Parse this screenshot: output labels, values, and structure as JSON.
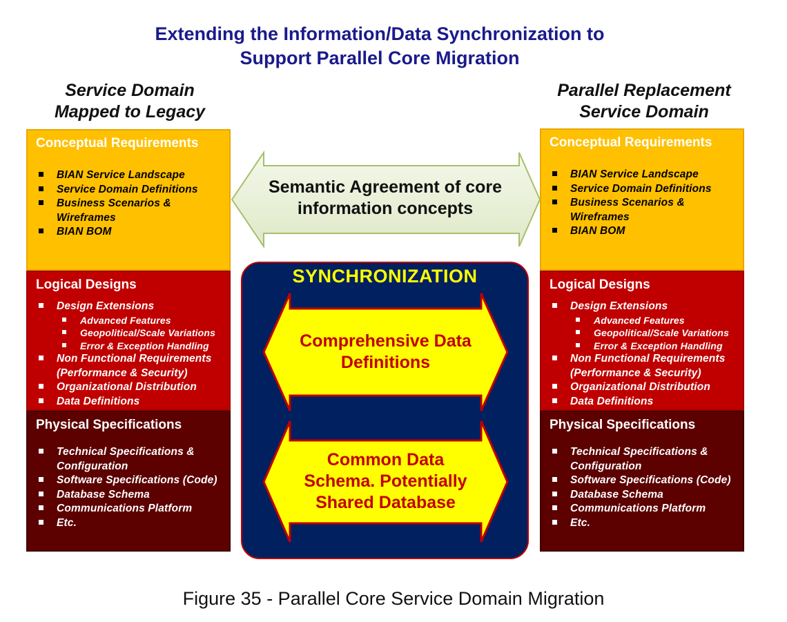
{
  "title": {
    "line1": "Extending the Information/Data Synchronization to",
    "line2": "Support Parallel Core Migration"
  },
  "left_column": {
    "heading_line1": "Service Domain",
    "heading_line2": "Mapped to Legacy",
    "conceptual": {
      "title": "Conceptual Requirements",
      "items": [
        "BIAN Service Landscape",
        "Service Domain Definitions",
        "Business Scenarios & Wireframes",
        "BIAN BOM"
      ]
    },
    "logical": {
      "title": "Logical Designs",
      "items": [
        "Design Extensions",
        "Advanced Features",
        "Geopolitical/Scale Variations",
        "Error & Exception Handling",
        "Non Functional Requirements (Performance & Security)",
        "Organizational Distribution",
        "Data Definitions"
      ]
    },
    "physical": {
      "title": "Physical Specifications",
      "items": [
        "Technical Specifications & Configuration",
        "Software Specifications (Code)",
        "Database Schema",
        "Communications Platform",
        "Etc."
      ]
    }
  },
  "right_column": {
    "heading_line1": "Parallel Replacement",
    "heading_line2": "Service Domain",
    "conceptual": {
      "title": "Conceptual Requirements",
      "items": [
        "BIAN Service Landscape",
        "Service Domain Definitions",
        "Business Scenarios & Wireframes",
        "BIAN BOM"
      ]
    },
    "logical": {
      "title": "Logical Designs",
      "items": [
        "Design Extensions",
        "Advanced Features",
        "Geopolitical/Scale Variations",
        "Error & Exception Handling",
        "Non Functional Requirements (Performance & Security)",
        "Organizational Distribution",
        "Data Definitions"
      ]
    },
    "physical": {
      "title": "Physical Specifications",
      "items": [
        "Technical Specifications & Configuration",
        "Software Specifications (Code)",
        "Database Schema",
        "Communications Platform",
        "Etc."
      ]
    }
  },
  "semantic_arrow": {
    "line1": "Semantic Agreement of core",
    "line2": "information concepts"
  },
  "synchronization": {
    "title": "SYNCHRONIZATION",
    "arrow1_line1": "Comprehensive Data",
    "arrow1_line2": "Definitions",
    "arrow2_line1": "Common Data",
    "arrow2_line2": "Schema. Potentially",
    "arrow2_line3": "Shared Database"
  },
  "caption": "Figure 35 - Parallel Core Service Domain Migration",
  "colors": {
    "title": "#1a1a8c",
    "conceptual": "#ffc000",
    "logical": "#c00000",
    "physical": "#5c0000",
    "sync_panel": "#002060",
    "sync_arrow": "#ffff00",
    "semantic_arrow": "#ebf1de"
  }
}
